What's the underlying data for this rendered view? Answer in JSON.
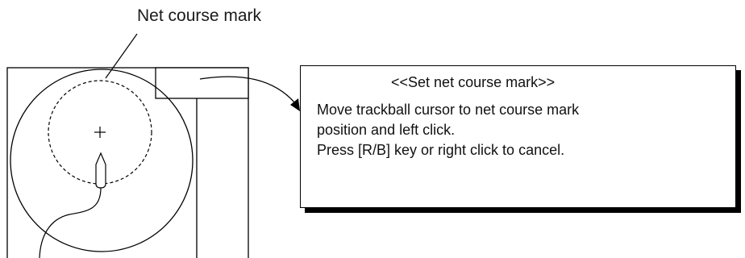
{
  "callout": {
    "label": "Net course mark"
  },
  "dialog": {
    "title": "<<Set net course mark>>",
    "lines": [
      "Move trackball cursor to net course mark",
      "position and left click.",
      "Press [R/B] key or right click to cancel."
    ]
  },
  "colors": {
    "line": "#000000",
    "background": "#ffffff"
  },
  "icons": {
    "center": "cross-center-icon",
    "ship": "own-ship-icon"
  }
}
